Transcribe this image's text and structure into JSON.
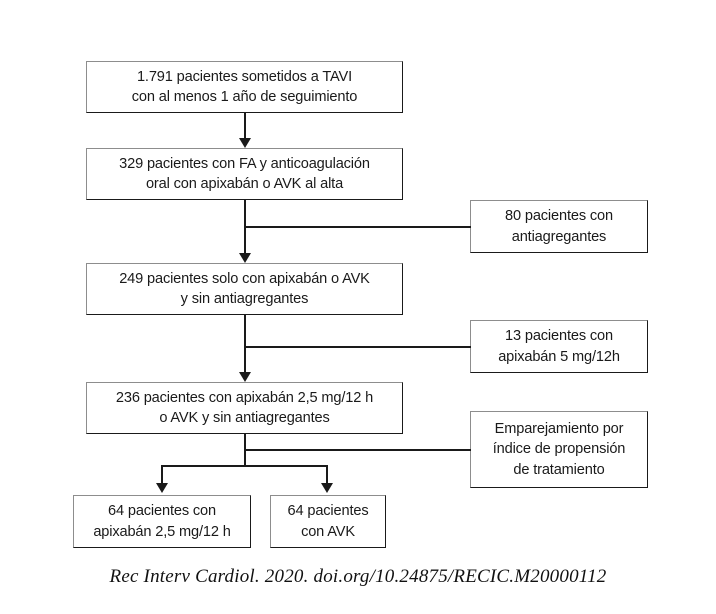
{
  "diagram": {
    "type": "flowchart",
    "title_visible": false,
    "colors": {
      "background": "#ffffff",
      "box_border": "#1a1a1a",
      "box_border_light": "#8d8d8d",
      "box_fill": "#ffffff",
      "connector": "#1a1a1a",
      "text": "#1a1a1a"
    },
    "nodes": [
      {
        "id": "node-1",
        "role": "main",
        "text": "1.791 pacientes sometidos a TAVI\ncon al menos 1 año de seguimiento",
        "count": 1791
      },
      {
        "id": "node-2",
        "role": "main",
        "text": "329 pacientes con FA y anticoagulación\noral con apixabán o AVK al alta",
        "count": 329
      },
      {
        "id": "node-3",
        "role": "main",
        "text": "249 pacientes solo con apixabán o AVK\ny sin antiagregantes",
        "count": 249
      },
      {
        "id": "node-4",
        "role": "main",
        "text": "236 pacientes con apixabán 2,5 mg/12 h\no AVK y sin antiagregantes",
        "count": 236
      },
      {
        "id": "node-side-1",
        "role": "exclusion",
        "text": "80 pacientes con\nantiagregantes",
        "count": 80
      },
      {
        "id": "node-side-2",
        "role": "exclusion",
        "text": "13 pacientes con\napixabán 5 mg/12h",
        "count": 13
      },
      {
        "id": "node-side-3",
        "role": "process",
        "text": "Emparejamiento por\níndice de propensión\nde tratamiento"
      },
      {
        "id": "node-out-1",
        "role": "outcome",
        "text": "64 pacientes con\napixabán 2,5 mg/12 h",
        "count": 64
      },
      {
        "id": "node-out-2",
        "role": "outcome",
        "text": "64 pacientes\ncon AVK",
        "count": 64
      }
    ]
  },
  "footer": {
    "citation": "Rec Interv Cardiol. 2020. doi.org/10.24875/RECIC.M20000112"
  }
}
